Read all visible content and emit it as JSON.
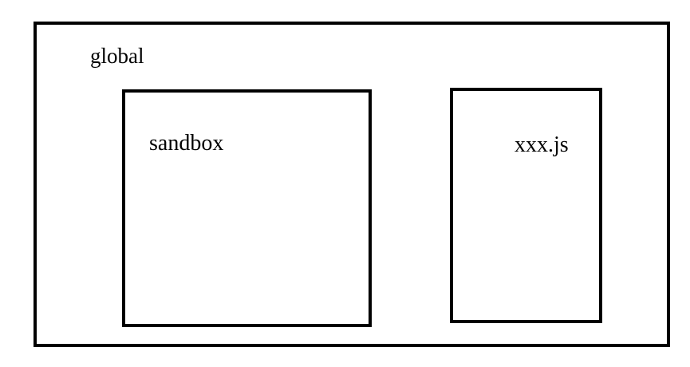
{
  "diagram": {
    "outer_label": "global",
    "boxes": [
      {
        "id": "sandbox",
        "label": "sandbox"
      },
      {
        "id": "xxxjs",
        "label": "xxx.js"
      }
    ],
    "colors": {
      "border": "#000000",
      "text": "#000000",
      "background": "#ffffff"
    }
  }
}
